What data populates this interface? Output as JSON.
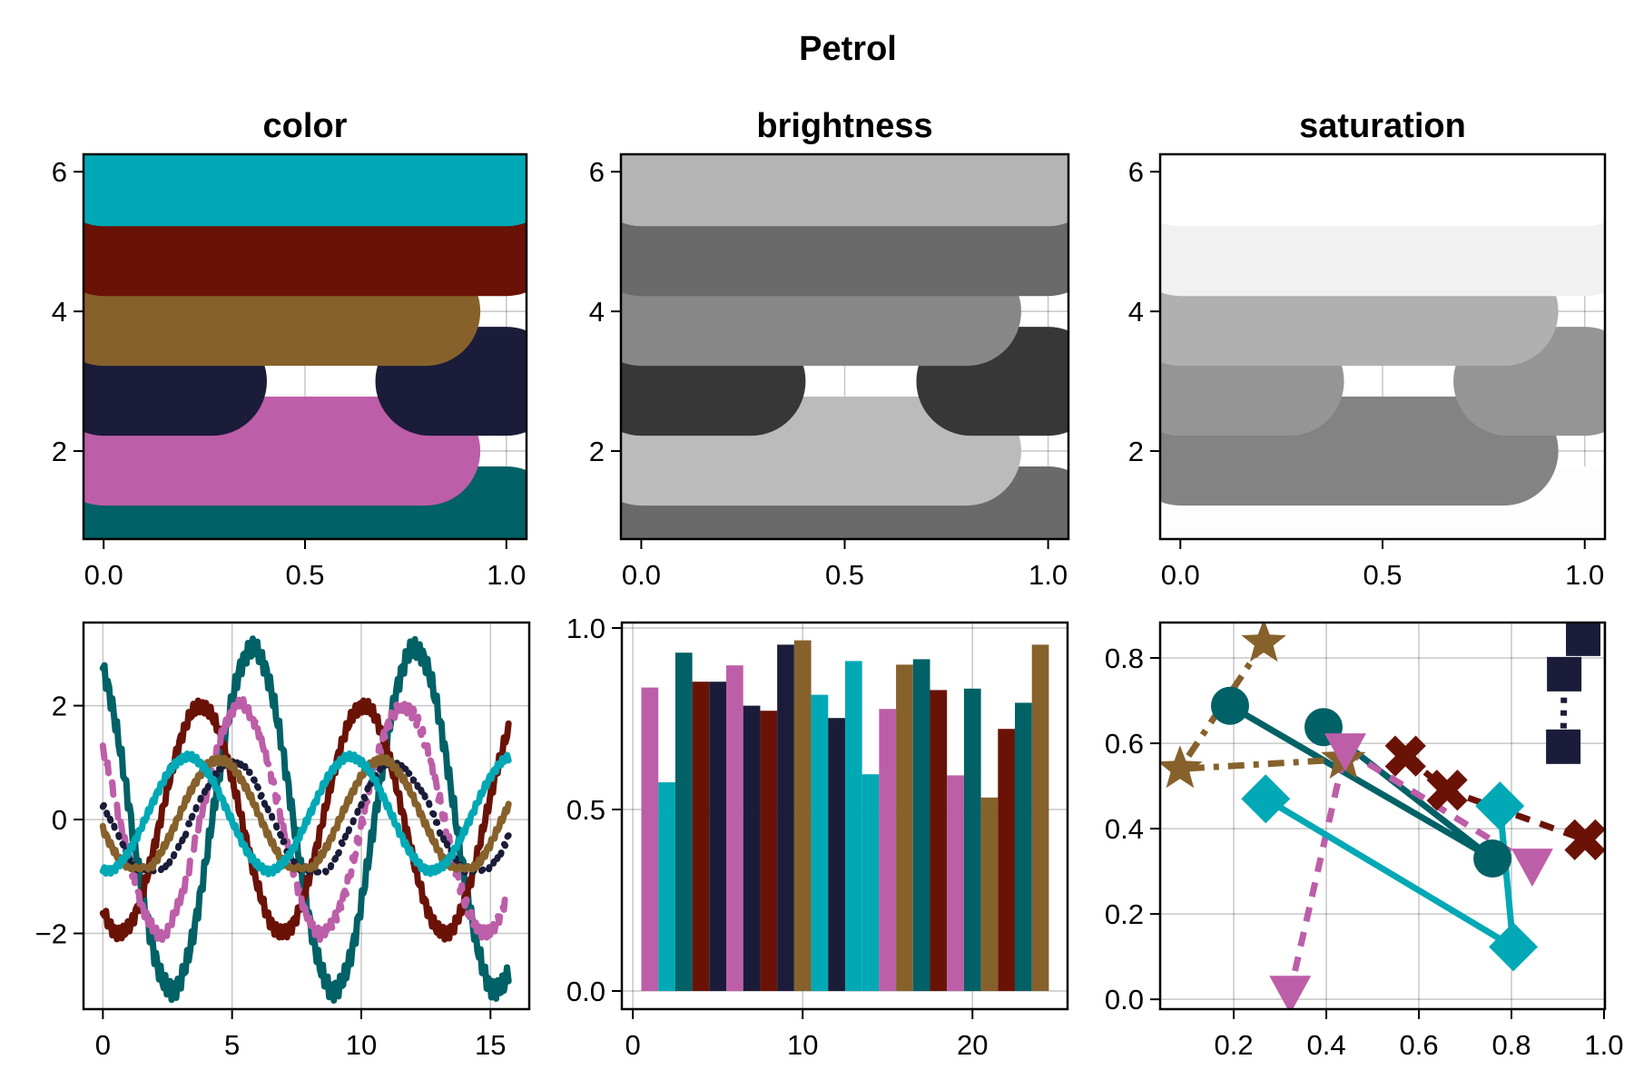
{
  "figure": {
    "title": "Petrol",
    "panel_titles": [
      "color",
      "brightness",
      "saturation"
    ]
  },
  "palette": {
    "teal": "#006166",
    "pink": "#bd5ea8",
    "navy": "#1a1c39",
    "brown": "#86612b",
    "darkred": "#6b1207",
    "cyan": "#00a9b5"
  },
  "chart_data": [
    {
      "id": "color",
      "type": "line",
      "title": "color",
      "description": "Thick horizontal line bands with round caps",
      "xlim": [
        -0.05,
        1.05
      ],
      "ylim": [
        0.74,
        6.25
      ],
      "xticks": [
        0.0,
        0.5,
        1.0
      ],
      "xticklabels": [
        "0.0",
        "0.5",
        "1.0"
      ],
      "yticks": [
        2,
        4,
        6
      ],
      "yticklabels": [
        "2",
        "4",
        "6"
      ],
      "grid": true,
      "bands": [
        {
          "y": 1,
          "segments": [
            [
              0,
              1
            ]
          ],
          "color": "#006166"
        },
        {
          "y": 2,
          "segments": [
            [
              0,
              0.8
            ]
          ],
          "color": "#bd5ea8"
        },
        {
          "y": 3,
          "segments": [
            [
              0,
              0.27
            ],
            [
              0.81,
              1
            ]
          ],
          "color": "#1a1c39"
        },
        {
          "y": 4,
          "segments": [
            [
              0,
              0.8
            ]
          ],
          "color": "#86612b"
        },
        {
          "y": 5,
          "segments": [
            [
              0,
              1
            ]
          ],
          "color": "#6b1207"
        },
        {
          "y": 6,
          "segments": [
            [
              0,
              1
            ]
          ],
          "color": "#00a9b5"
        }
      ]
    },
    {
      "id": "brightness",
      "type": "line",
      "title": "brightness",
      "xlim": [
        -0.05,
        1.05
      ],
      "ylim": [
        0.74,
        6.25
      ],
      "xticks": [
        0.0,
        0.5,
        1.0
      ],
      "xticklabels": [
        "0.0",
        "0.5",
        "1.0"
      ],
      "yticks": [
        2,
        4,
        6
      ],
      "yticklabels": [
        "2",
        "4",
        "6"
      ],
      "grid": true,
      "bands": [
        {
          "y": 1,
          "segments": [
            [
              0,
              1
            ]
          ],
          "color": "#6a6a6a"
        },
        {
          "y": 2,
          "segments": [
            [
              0,
              0.8
            ]
          ],
          "color": "#bbbbbb"
        },
        {
          "y": 3,
          "segments": [
            [
              0,
              0.27
            ],
            [
              0.81,
              1
            ]
          ],
          "color": "#373737"
        },
        {
          "y": 4,
          "segments": [
            [
              0,
              0.8
            ]
          ],
          "color": "#878787"
        },
        {
          "y": 5,
          "segments": [
            [
              0,
              1
            ]
          ],
          "color": "#6a6a6a"
        },
        {
          "y": 6,
          "segments": [
            [
              0,
              1
            ]
          ],
          "color": "#b4b4b4"
        }
      ]
    },
    {
      "id": "saturation",
      "type": "line",
      "title": "saturation",
      "xlim": [
        -0.05,
        1.05
      ],
      "ylim": [
        0.74,
        6.25
      ],
      "xticks": [
        0.0,
        0.5,
        1.0
      ],
      "xticklabels": [
        "0.0",
        "0.5",
        "1.0"
      ],
      "yticks": [
        2,
        4,
        6
      ],
      "yticklabels": [
        "2",
        "4",
        "6"
      ],
      "grid": true,
      "bands": [
        {
          "y": 1,
          "segments": [
            [
              0,
              1
            ]
          ],
          "color": "#fdfdfd"
        },
        {
          "y": 2,
          "segments": [
            [
              0,
              0.8
            ]
          ],
          "color": "#838383"
        },
        {
          "y": 3,
          "segments": [
            [
              0,
              0.27
            ],
            [
              0.81,
              1
            ]
          ],
          "color": "#959595"
        },
        {
          "y": 4,
          "segments": [
            [
              0,
              0.8
            ]
          ],
          "color": "#b0b0b0"
        },
        {
          "y": 5,
          "segments": [
            [
              0,
              1
            ]
          ],
          "color": "#f1f1f1"
        },
        {
          "y": 6,
          "segments": [
            [
              0,
              1
            ]
          ],
          "color": "#ffffff"
        }
      ]
    },
    {
      "id": "lines",
      "type": "line",
      "title": "",
      "xlim": [
        -0.75,
        16.5
      ],
      "ylim": [
        -3.33,
        3.46
      ],
      "xticks": [
        0,
        5,
        10,
        15
      ],
      "xticklabels": [
        "0",
        "5",
        "10",
        "15"
      ],
      "yticks": [
        -2,
        0,
        2
      ],
      "yticklabels": [
        "−2",
        "0",
        "2"
      ],
      "grid": true,
      "x_range": [
        0,
        15.7
      ],
      "series": [
        {
          "name": "teal",
          "color": "#006166",
          "amplitude": 3,
          "peak_x": 5.8,
          "offset": 0,
          "style": "solid",
          "clamp_min": null
        },
        {
          "name": "darkred",
          "color": "#6b1207",
          "amplitude": 2,
          "peak_x": 3.8,
          "offset": 0,
          "style": "solid",
          "clamp_min": null
        },
        {
          "name": "pink",
          "color": "#bd5ea8",
          "amplitude": 2,
          "peak_x": 5.35,
          "offset": 0,
          "style": "dashed",
          "clamp_min": null
        },
        {
          "name": "navy",
          "color": "#1a1c39",
          "amplitude": 1,
          "peak_x": 5.0,
          "offset": 0,
          "style": "dotted",
          "clamp_min": -0.9
        },
        {
          "name": "brown",
          "color": "#86612b",
          "amplitude": 1,
          "peak_x": 4.5,
          "offset": 0.05,
          "style": "solid",
          "clamp_min": -0.85
        },
        {
          "name": "cyan",
          "color": "#00a9b5",
          "amplitude": 1,
          "peak_x": 3.3,
          "offset": 0.1,
          "style": "solid",
          "clamp_min": null
        }
      ]
    },
    {
      "id": "bars",
      "type": "bar",
      "title": "",
      "xlim": [
        -0.65,
        25.6
      ],
      "ylim": [
        -0.05,
        1.015
      ],
      "xticks": [
        0,
        10,
        20
      ],
      "xticklabels": [
        "0",
        "10",
        "20"
      ],
      "yticks": [
        0.0,
        0.5,
        1.0
      ],
      "yticklabels": [
        "0.0",
        "0.5",
        "1.0"
      ],
      "grid": true,
      "categories": [
        1,
        2,
        3,
        4,
        5,
        6,
        7,
        8,
        9,
        10,
        11,
        12,
        13,
        14,
        15,
        16,
        17,
        18,
        19,
        20,
        21,
        22,
        23,
        24
      ],
      "values": [
        0.836,
        0.575,
        0.932,
        0.852,
        0.852,
        0.897,
        0.786,
        0.772,
        0.954,
        0.966,
        0.816,
        0.752,
        0.909,
        0.597,
        0.777,
        0.899,
        0.914,
        0.829,
        0.594,
        0.833,
        0.533,
        0.722,
        0.794,
        0.954
      ],
      "colors": [
        "#bd5ea8",
        "#00a9b5",
        "#006166",
        "#6b1207",
        "#1a1c39",
        "#bd5ea8",
        "#1a1c39",
        "#6b1207",
        "#1a1c39",
        "#86612b",
        "#00a9b5",
        "#1a1c39",
        "#00a9b5",
        "#00a9b5",
        "#bd5ea8",
        "#86612b",
        "#006166",
        "#6b1207",
        "#bd5ea8",
        "#006166",
        "#86612b",
        "#6b1207",
        "#006166",
        "#86612b"
      ]
    },
    {
      "id": "scatter",
      "type": "scatter",
      "title": "",
      "xlim": [
        0.041,
        1.002
      ],
      "ylim": [
        -0.023,
        0.883
      ],
      "xticks": [
        0.2,
        0.4,
        0.6,
        0.8,
        1.0
      ],
      "xticklabels": [
        "0.2",
        "0.4",
        "0.6",
        "0.8",
        "1.0"
      ],
      "yticks": [
        0.0,
        0.2,
        0.4,
        0.6,
        0.8
      ],
      "yticklabels": [
        "0.0",
        "0.2",
        "0.4",
        "0.6",
        "0.8"
      ],
      "grid": true,
      "series": [
        {
          "name": "circles",
          "marker": "circle",
          "style": "solid",
          "color": "#006166",
          "points": [
            [
              0.394,
              0.638
            ],
            [
              0.759,
              0.33
            ],
            [
              0.192,
              0.688
            ]
          ]
        },
        {
          "name": "stars",
          "marker": "star",
          "style": "dashdot",
          "color": "#86612b",
          "points": [
            [
              0.265,
              0.836
            ],
            [
              0.084,
              0.54
            ],
            [
              0.437,
              0.562
            ]
          ]
        },
        {
          "name": "triangles",
          "marker": "triangle-down",
          "style": "dashed",
          "color": "#bd5ea8",
          "points": [
            [
              0.845,
              0.315
            ],
            [
              0.441,
              0.585
            ],
            [
              0.322,
              0.017
            ]
          ]
        },
        {
          "name": "crosses",
          "marker": "x",
          "style": "dashed",
          "color": "#6b1207",
          "points": [
            [
              0.571,
              0.57
            ],
            [
              0.661,
              0.49
            ],
            [
              0.959,
              0.374
            ]
          ]
        },
        {
          "name": "diamonds",
          "marker": "diamond",
          "style": "solid",
          "color": "#00a9b5",
          "points": [
            [
              0.269,
              0.47
            ],
            [
              0.804,
              0.123
            ],
            [
              0.775,
              0.453
            ]
          ]
        },
        {
          "name": "squares",
          "marker": "square",
          "style": "dotted",
          "color": "#1a1c39",
          "points": [
            [
              0.955,
              0.845
            ],
            [
              0.914,
              0.762
            ],
            [
              0.912,
              0.592
            ]
          ]
        }
      ]
    }
  ]
}
